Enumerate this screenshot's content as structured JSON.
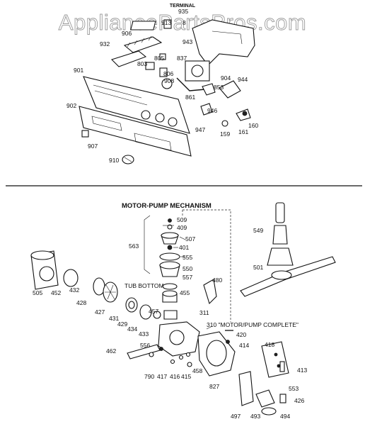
{
  "watermark": "AppliancePartsPros.com",
  "top_section": {
    "terminal_heading": "TERMINAL",
    "labels": [
      "935",
      "913",
      "8",
      "906",
      "943",
      "932",
      "805",
      "837",
      "901",
      "803",
      "806",
      "904",
      "944",
      "908",
      "853",
      "861",
      "902",
      "946",
      "947",
      "160",
      "161",
      "159",
      "907",
      "910"
    ]
  },
  "motor_pump_section": {
    "title": "MOTOR-PUMP MECHANISM",
    "tub_bottom": "TUB BOTTOM",
    "motor_pump_complete": "310 \"MOTOR/PUMP COMPLETE\"",
    "labels": [
      "509",
      "409",
      "507",
      "401",
      "563",
      "555",
      "550",
      "557",
      "549",
      "501",
      "505",
      "452",
      "432",
      "428",
      "427",
      "455",
      "480",
      "457",
      "431",
      "429",
      "434",
      "433",
      "311",
      "420",
      "414",
      "418",
      "413",
      "462",
      "556",
      "790",
      "417",
      "416",
      "415",
      "458",
      "827",
      "553",
      "426",
      "497",
      "493",
      "494"
    ]
  },
  "colors": {
    "line": "#111111",
    "watermark_outline": "#9a9a9a",
    "background": "#ffffff"
  }
}
